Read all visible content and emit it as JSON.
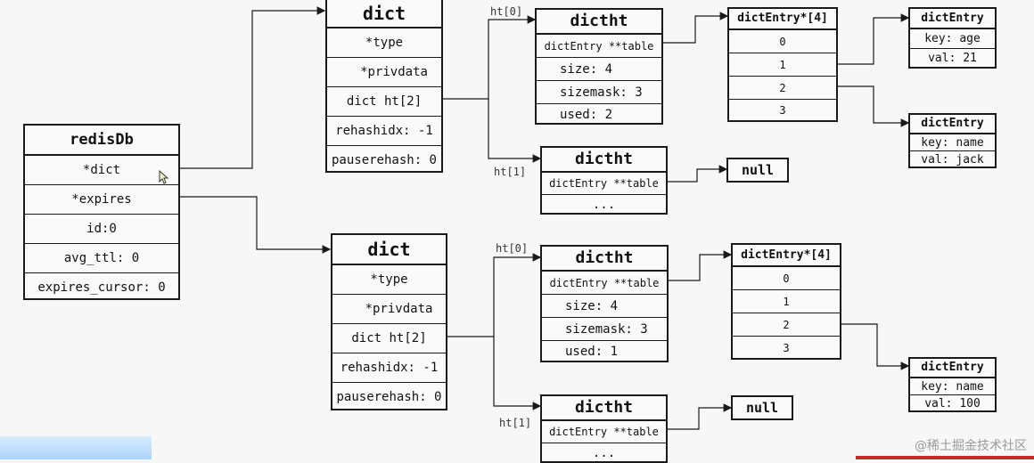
{
  "redisDb": {
    "title": "redisDb",
    "fields": [
      "*dict",
      "*expires",
      "id:0",
      "avg_ttl: 0",
      "expires_cursor: 0"
    ]
  },
  "dict1": {
    "title": "dict",
    "fields": [
      "*type",
      "*privdata",
      "dict ht[2]",
      "rehashidx: -1",
      "pauserehash: 0"
    ]
  },
  "dict2": {
    "title": "dict",
    "fields": [
      "*type",
      "*privdata",
      "dict ht[2]",
      "rehashidx: -1",
      "pauserehash: 0"
    ]
  },
  "ht1_0": {
    "label": "ht[0]",
    "title": "dictht",
    "fields": [
      "dictEntry **table",
      "size: 4",
      "sizemask: 3",
      "used: 2"
    ]
  },
  "ht1_1": {
    "label": "ht[1]",
    "title": "dictht",
    "fields": [
      "dictEntry **table",
      "..."
    ]
  },
  "ht2_0": {
    "label": "ht[0]",
    "title": "dictht",
    "fields": [
      "dictEntry **table",
      "size: 4",
      "sizemask: 3",
      "used: 1"
    ]
  },
  "ht2_1": {
    "label": "ht[1]",
    "title": "dictht",
    "fields": [
      "dictEntry **table",
      "..."
    ]
  },
  "table1": {
    "title": "dictEntry*[4]",
    "fields": [
      "0",
      "1",
      "2",
      "3"
    ]
  },
  "table2": {
    "title": "dictEntry*[4]",
    "fields": [
      "0",
      "1",
      "2",
      "3"
    ]
  },
  "entry_age": {
    "title": "dictEntry",
    "fields": [
      "key: age",
      "val: 21"
    ]
  },
  "entry_name_jack": {
    "title": "dictEntry",
    "fields": [
      "key: name",
      "val: jack"
    ]
  },
  "entry_name_100": {
    "title": "dictEntry",
    "fields": [
      "key: name",
      "val: 100"
    ]
  },
  "null1": "null",
  "null2": "null",
  "watermark": "@稀土掘金技术社区"
}
